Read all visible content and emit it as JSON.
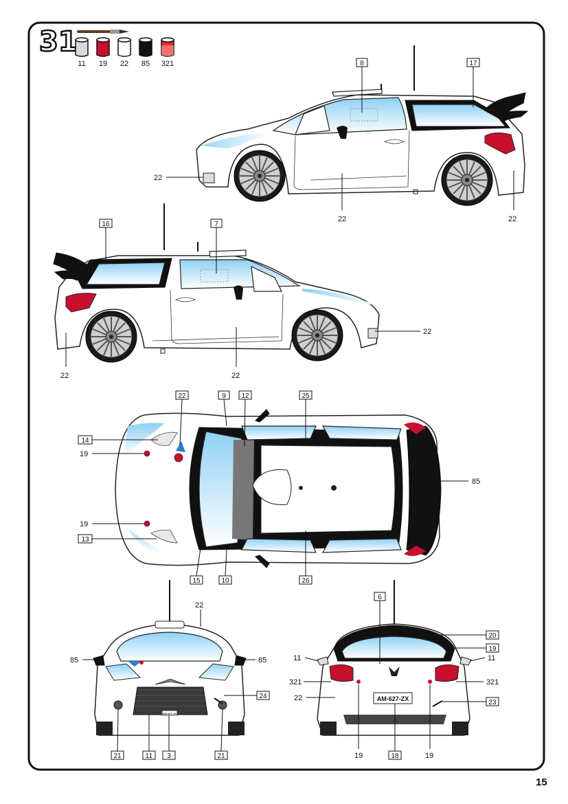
{
  "step": {
    "number": "31"
  },
  "paints": [
    {
      "code": "11",
      "color": "#d9d9d9"
    },
    {
      "code": "19",
      "color": "#c8102e"
    },
    {
      "code": "22",
      "color": "#ffffff"
    },
    {
      "code": "85",
      "color": "#111111"
    },
    {
      "code": "321",
      "color": "#e03030"
    }
  ],
  "side_view_right": {
    "labels": {
      "l1": "22",
      "l2": "22",
      "l3": "22"
    },
    "decals": {
      "d1": "8",
      "d2": "17"
    }
  },
  "side_view_left": {
    "labels": {
      "l1": "22",
      "l2": "22",
      "l3": "22"
    },
    "decals": {
      "d1": "16",
      "d2": "7"
    }
  },
  "top_view": {
    "labels": {
      "l19a": "19",
      "l19b": "19",
      "l85": "85"
    },
    "decals": {
      "d22": "22",
      "d9": "9",
      "d12": "12",
      "d25": "25",
      "d14": "14",
      "d13": "13",
      "d15": "15",
      "d10": "10",
      "d26": "26"
    }
  },
  "front_view": {
    "labels": {
      "l22": "22",
      "l85a": "85",
      "l85b": "85"
    },
    "decals": {
      "d24": "24",
      "d21a": "21",
      "d11": "11",
      "d3": "3",
      "d21b": "21"
    },
    "plate": "AM-627-ZX"
  },
  "rear_view": {
    "labels": {
      "l11a": "11",
      "l11b": "11",
      "l321a": "321",
      "l321b": "321",
      "l22": "22",
      "l19a": "19",
      "l19b": "19"
    },
    "decals": {
      "d6": "6",
      "d20": "20",
      "d19": "19",
      "d23": "23",
      "d18": "18"
    },
    "plate": "AM-627-ZX"
  },
  "page_number": "15"
}
